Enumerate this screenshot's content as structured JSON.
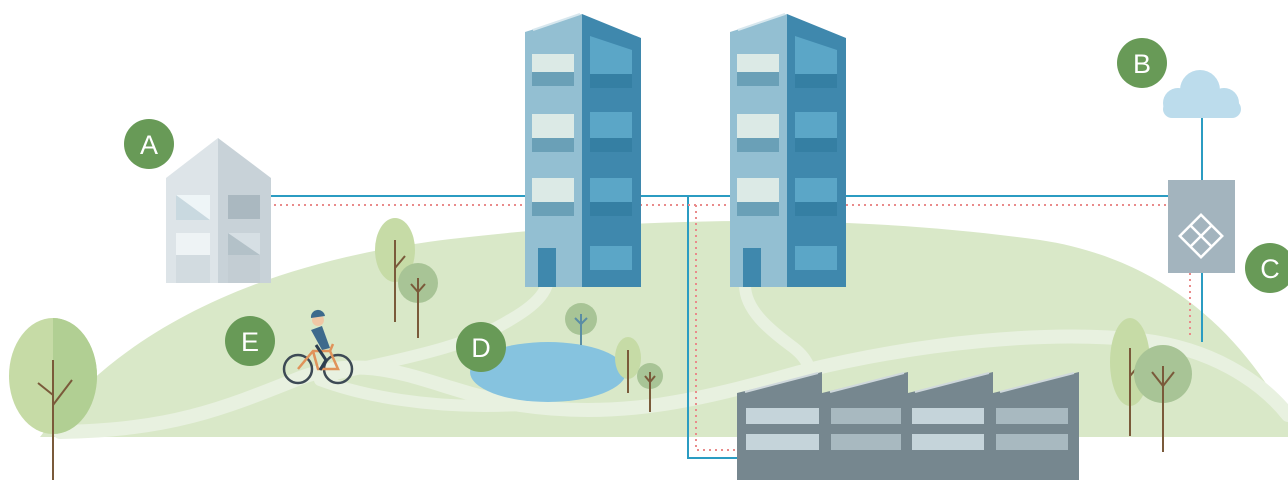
{
  "markers": [
    {
      "id": "a",
      "label": "A",
      "color": "#689a57"
    },
    {
      "id": "b",
      "label": "B",
      "color": "#689a57"
    },
    {
      "id": "c",
      "label": "C",
      "color": "#689a57"
    },
    {
      "id": "d",
      "label": "D",
      "color": "#689a57"
    },
    {
      "id": "e",
      "label": "E",
      "color": "#689a57"
    }
  ],
  "colors": {
    "hill": "#d9e8c8",
    "path": "#e8f1e0",
    "pond": "#86c3df",
    "cable": "#2b9cc2",
    "dotted_line": "#e98b8b",
    "house": "#d9e0e4",
    "tower_light": "#93bfd2",
    "tower_dark": "#3f88ad",
    "factory": "#76878f",
    "cloud": "#bcdcec",
    "gateway": "#a3b4be"
  },
  "icons": [
    "house-icon",
    "apartment-tower-icon",
    "factory-icon",
    "cloud-icon",
    "gateway-icon",
    "cyclist-icon",
    "tree-icon",
    "pond-icon"
  ]
}
